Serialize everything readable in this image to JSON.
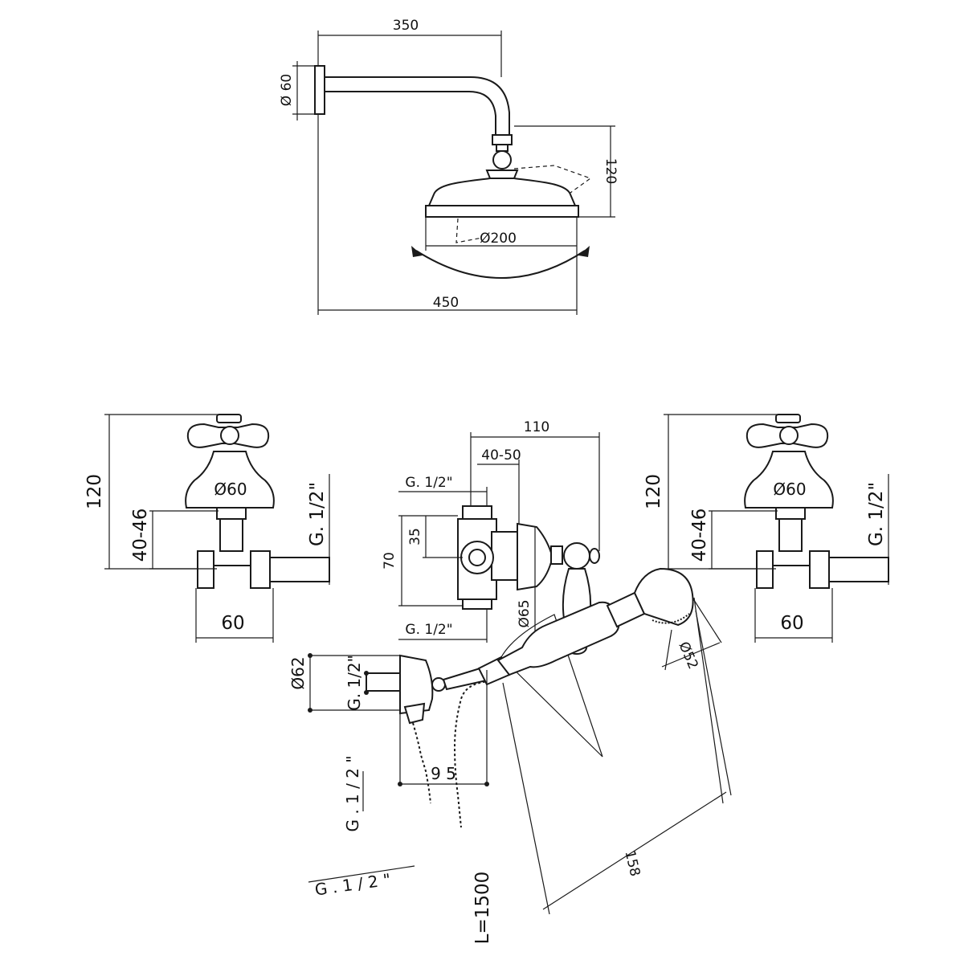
{
  "shower_head": {
    "arm_length": "350",
    "flange_diameter": "Ø 60",
    "head_height": "120",
    "head_diameter": "Ø200",
    "overall_span": "450"
  },
  "valve_left": {
    "height": "120",
    "body_diameter": "Ø60",
    "wall_depth": "40-46",
    "thread": "G. 1/2\"",
    "width": "60"
  },
  "diverter": {
    "depth": "110",
    "wall_depth": "40-50",
    "thread_top": "G. 1/2\"",
    "spacing": "35",
    "height": "70",
    "rosette_diameter": "Ø65",
    "thread_bottom": "G. 1/2\""
  },
  "valve_right": {
    "height": "120",
    "body_diameter": "Ø60",
    "wall_depth": "40-46",
    "thread": "G. 1/2\"",
    "width": "60"
  },
  "hand_shower": {
    "bracket_depth": "9 5",
    "thread_top": "G . 1 / 2 \"",
    "flange_diameter": "Ø62",
    "thread_mid": "G. 1/2\"",
    "thread_bottom": "G . 1 / 2 \"",
    "hose_length": "L=1500",
    "handle_length": "158",
    "head_diameter": "Ø52"
  }
}
